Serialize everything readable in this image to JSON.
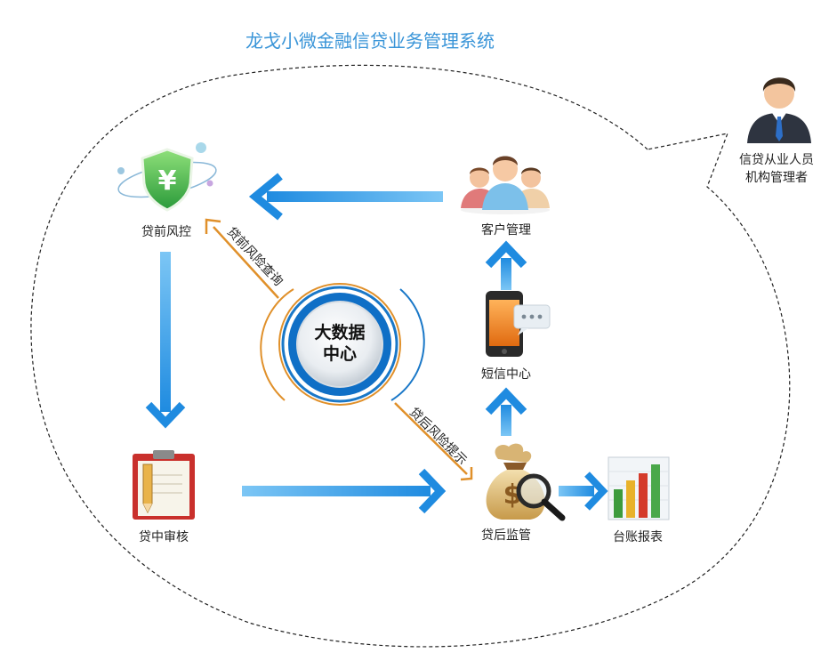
{
  "title": "龙戈小微金融信贷业务管理系统",
  "center": {
    "line1": "大数据",
    "line2": "中心"
  },
  "nodes": {
    "pre_loan_risk": "贷前风控",
    "customer_mgmt": "客户管理",
    "sms_center": "短信中心",
    "loan_review": "贷中审核",
    "post_loan_monitor": "贷后监管",
    "ledger_report": "台账报表"
  },
  "actor": {
    "line1": "信贷从业人员",
    "line2": "机构管理者"
  },
  "edges": {
    "risk_query": "贷前风险查询",
    "risk_alert": "贷后风险提示"
  },
  "colors": {
    "title": "#3a95d8",
    "arrow_blue": "#2e9be8",
    "arrow_orange": "#e0902a",
    "ring_blue": "#1a78c8"
  },
  "icons": {
    "pre_loan_risk": "shield-yuan-icon",
    "customer_mgmt": "people-group-icon",
    "sms_center": "phone-chat-icon",
    "loan_review": "clipboard-pencil-icon",
    "post_loan_monitor": "money-bag-magnifier-icon",
    "ledger_report": "bar-chart-icon",
    "actor": "businessman-icon"
  }
}
